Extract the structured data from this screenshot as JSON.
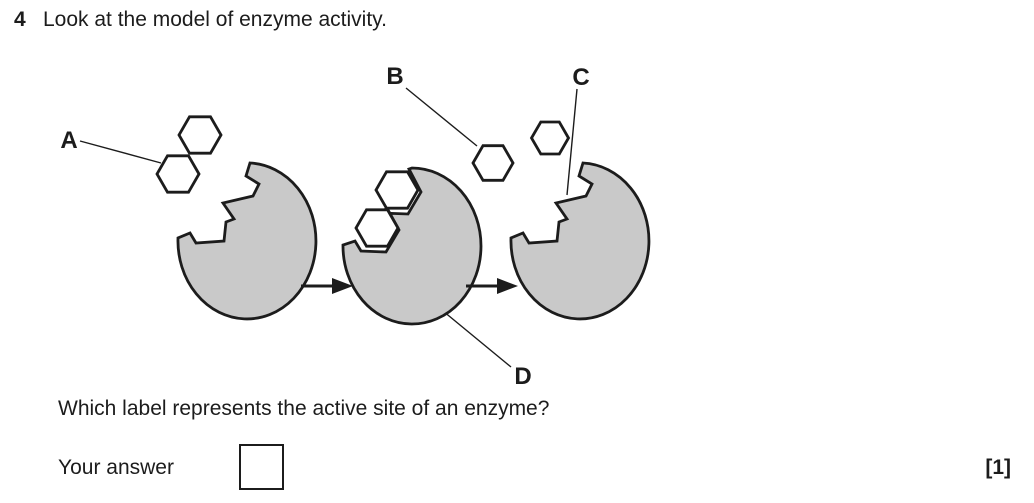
{
  "question": {
    "number": "4",
    "prompt": "Look at the model of enzyme activity.",
    "sub_question": "Which label represents the active site of an enzyme?",
    "answer_prompt": "Your answer",
    "answer_value": "",
    "marks": "[1]"
  },
  "diagram": {
    "labels": {
      "a": "A",
      "b": "B",
      "c": "C",
      "d": "D"
    },
    "colors": {
      "enzyme_fill": "#c9c9c9",
      "outline": "#1c1c1c",
      "background": "#ffffff"
    }
  }
}
